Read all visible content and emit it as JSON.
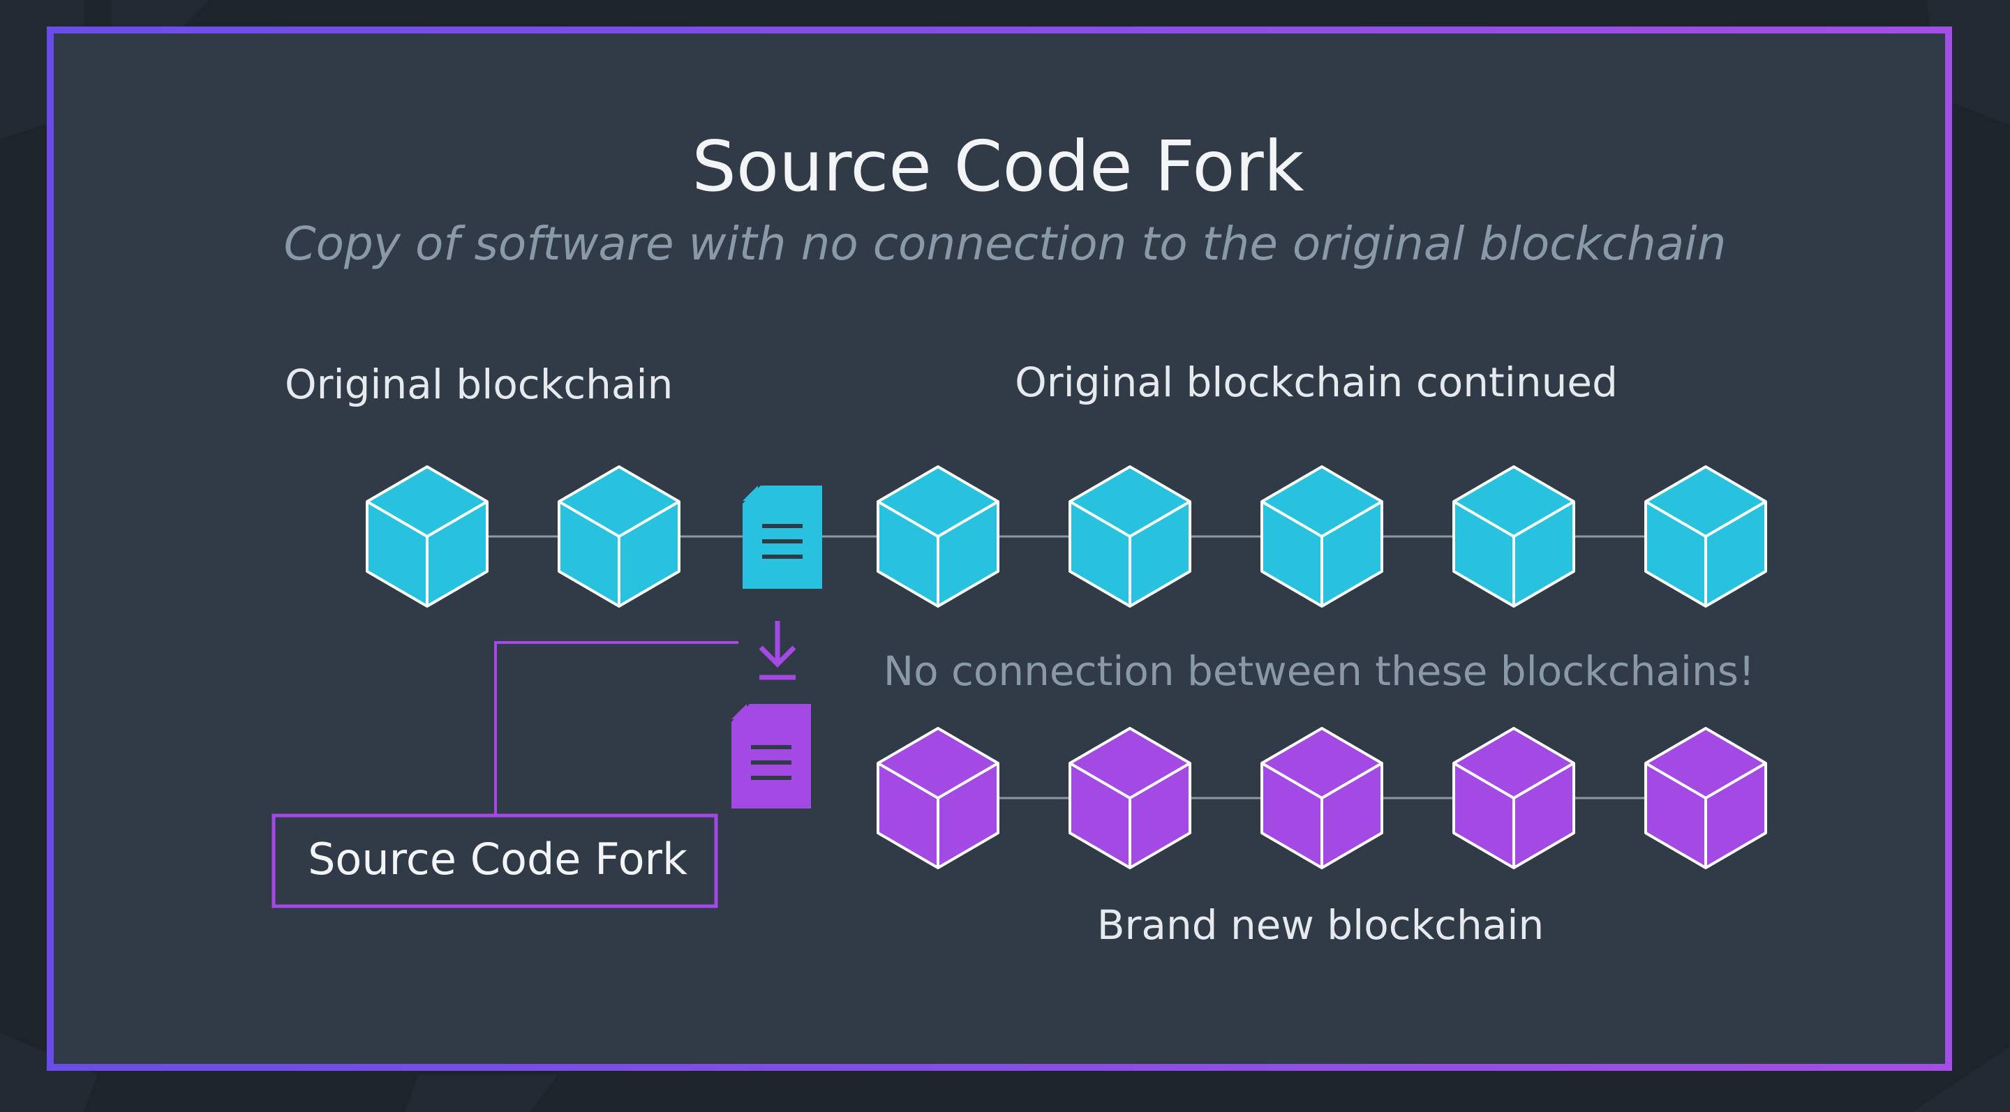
{
  "slide": {
    "title": "Source Code Fork",
    "subtitle": "Copy of software with no connection to the original blockchain"
  },
  "labels": {
    "original": "Original blockchain",
    "original_continued": "Original blockchain continued",
    "no_connection": "No connection between these blockchains!",
    "brand_new": "Brand new blockchain",
    "fork_box": "Source Code Fork"
  },
  "icons": {
    "block": "cube-icon",
    "source_code": "document-icon",
    "download": "download-arrow-icon"
  },
  "colors": {
    "background": "#1d242b",
    "panel": "#313b47",
    "frame_start": "#6a4de8",
    "frame_end": "#a34ee4",
    "original_chain": "#29c2de",
    "new_chain": "#a24ae3",
    "cube_edge": "#ffffff",
    "link": "#8e99a6",
    "title_text": "#f2f4f6",
    "muted_text": "#8a99a8",
    "label_text": "#e6eaee"
  }
}
